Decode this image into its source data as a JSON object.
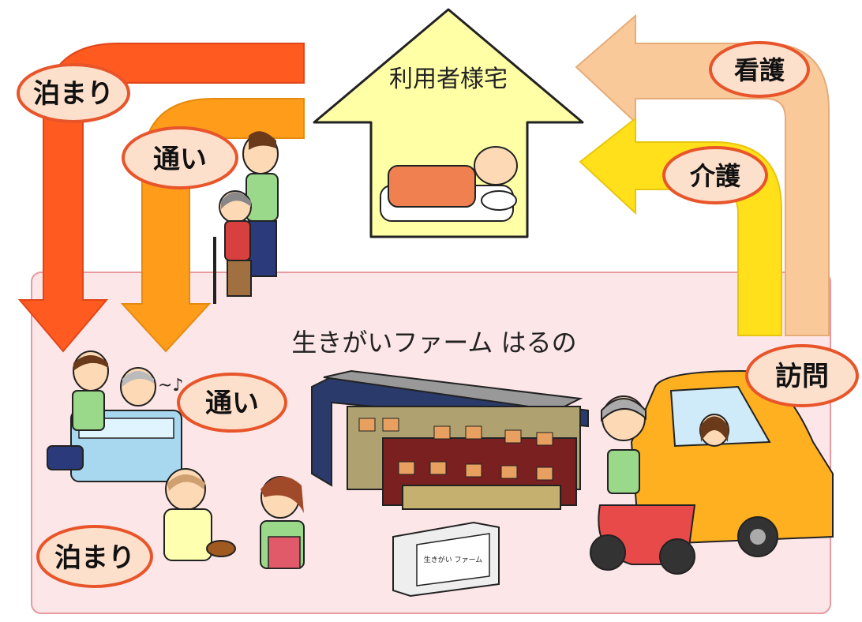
{
  "house": {
    "title": "利用者様宅"
  },
  "facility": {
    "title": "生きがいファーム はるの",
    "sign_text": "生きがい ファーム"
  },
  "labels": {
    "stay_top": "泊まり",
    "commute_top": "通い",
    "nursing": "看護",
    "care": "介護",
    "visit": "訪問",
    "commute_bottom": "通い",
    "stay_bottom": "泊まり"
  },
  "colors": {
    "stay_arrow": "#ff5a1f",
    "commute_arrow": "#ff9d1a",
    "nursing_arrow": "#f9c99a",
    "care_arrow": "#ffe01a",
    "house_fill": "#ffffa6",
    "facility_fill": "#fde6e8",
    "label_fill": "#fde0cc",
    "label_border": "#e8552a"
  }
}
